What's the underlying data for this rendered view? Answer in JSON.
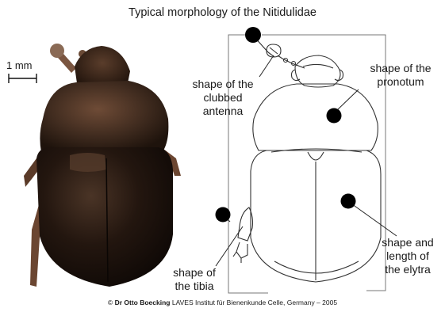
{
  "title": "Typical morphology of the Nitidulidae",
  "scale_bar": {
    "label": "1 mm"
  },
  "labels": {
    "antenna": [
      "shape of the",
      "clubbed",
      "antenna"
    ],
    "pronotum": [
      "shape of the",
      "pronotum"
    ],
    "tibia": [
      "shape of",
      "the tibia"
    ],
    "elytra": [
      "shape and",
      "length of",
      "the elytra"
    ]
  },
  "copyright": {
    "symbol": "©",
    "author": "Dr Otto Boecking",
    "rest": "LAVES Institut für Bienenkunde Celle, Germany – 2005"
  },
  "colors": {
    "beetle_dark": "#1c110b",
    "beetle_mid": "#3d2a1e",
    "beetle_brown": "#6b4631",
    "marker": "#000000",
    "line": "#555555"
  }
}
